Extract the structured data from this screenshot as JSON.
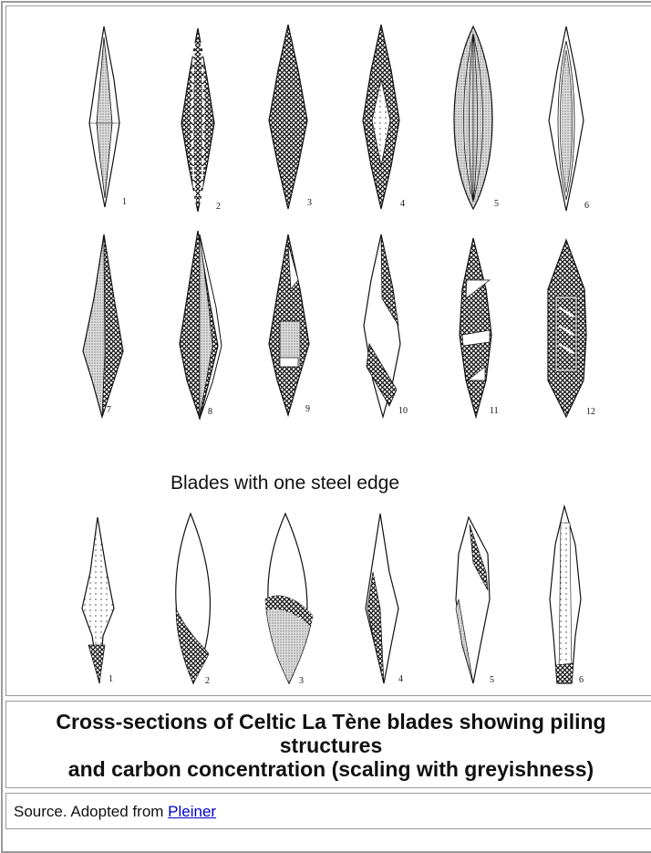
{
  "figure": {
    "row1_numbers": [
      "1",
      "2",
      "3",
      "4",
      "5",
      "6"
    ],
    "row2_numbers": [
      "7",
      "8",
      "9",
      "10",
      "11",
      "12"
    ],
    "row3_label": "Blades with one steel edge",
    "row3_numbers": [
      "1",
      "2",
      "3",
      "4",
      "5",
      "6"
    ]
  },
  "caption": {
    "line1": "Cross-sections of Celtic La Tène blades showing piling",
    "line2": "structures",
    "line3": "and carbon concentration (scaling with greyishness)"
  },
  "source": {
    "prefix": "Source. Adopted from ",
    "link_text": "Pleiner"
  }
}
